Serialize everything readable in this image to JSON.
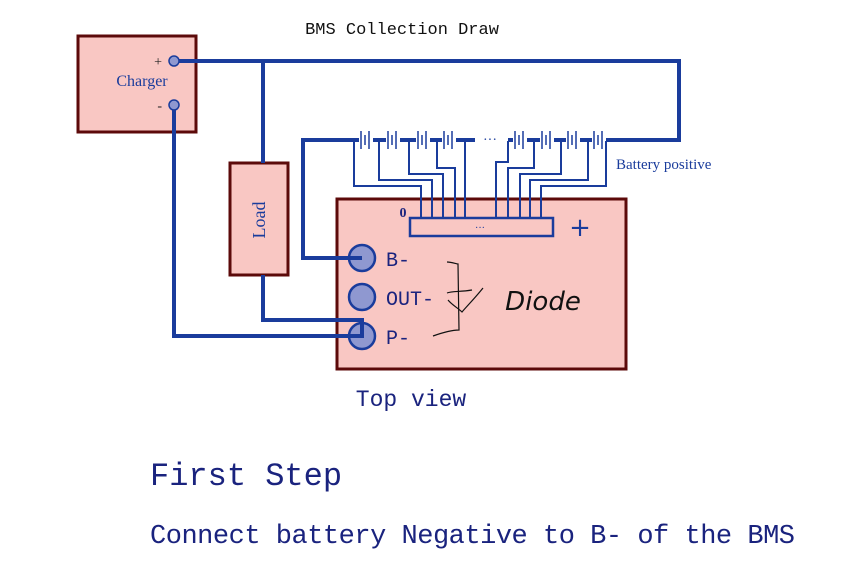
{
  "diagram": {
    "title": "BMS Collection Draw",
    "charger": {
      "label": "Charger",
      "plus": "+",
      "minus": "-"
    },
    "load": {
      "label": "Load"
    },
    "battery": {
      "positive_label": "Battery positive",
      "ellipsis": "···"
    },
    "bms": {
      "connector_zero": "0",
      "connector_plus": "+",
      "connector_ellipsis": "···",
      "terminals": [
        "B-",
        "OUT-",
        "P-"
      ],
      "annotation": "Diode"
    },
    "view_label": "Top view"
  },
  "step": {
    "heading": "First Step",
    "instruction": "Connect battery Negative to B- of the BMS"
  },
  "colors": {
    "wire": "#1a3c9c",
    "box_fill": "#f9c7c3",
    "box_border": "#5c0a0a",
    "terminal_fill": "#8f98d0",
    "text": "#1a237e"
  }
}
